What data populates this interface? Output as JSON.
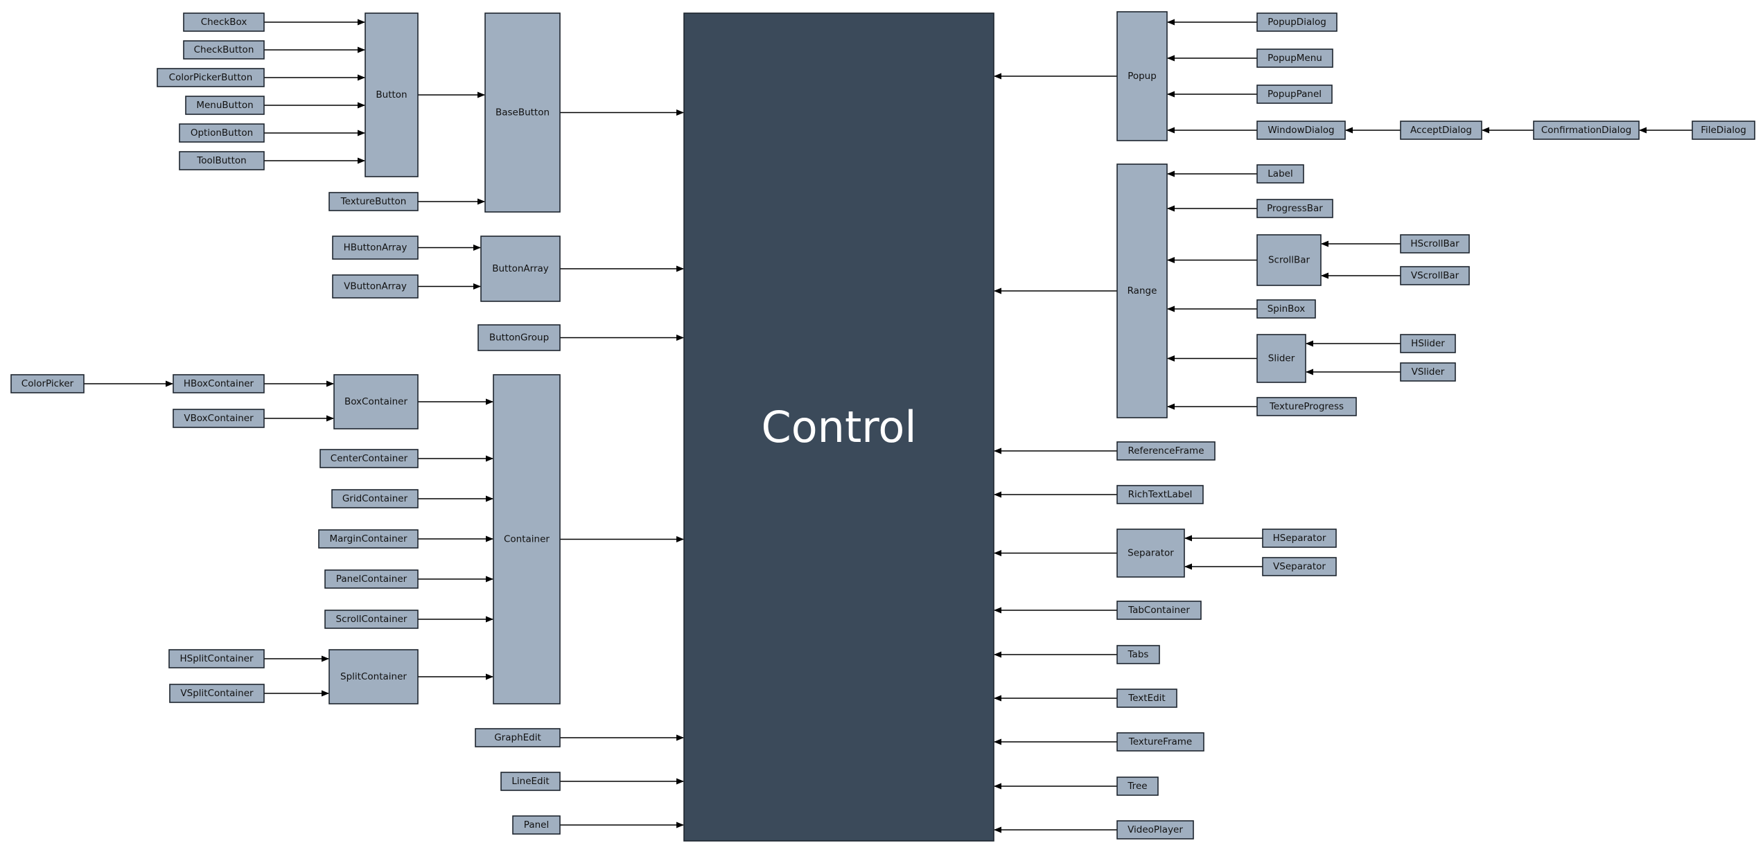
{
  "colors": {
    "node_fill": "#a0afc0",
    "root_fill": "#3b4a5a",
    "border": "#1d252e",
    "edge": "#000000",
    "root_text": "#ffffff"
  },
  "diagram": {
    "root": "Control",
    "nodes": [
      {
        "id": "control",
        "label": "Control"
      },
      {
        "id": "checkbox",
        "label": "CheckBox"
      },
      {
        "id": "checkbutton",
        "label": "CheckButton"
      },
      {
        "id": "colorpickerbutton",
        "label": "ColorPickerButton"
      },
      {
        "id": "menubutton",
        "label": "MenuButton"
      },
      {
        "id": "optionbutton",
        "label": "OptionButton"
      },
      {
        "id": "toolbutton",
        "label": "ToolButton"
      },
      {
        "id": "button",
        "label": "Button"
      },
      {
        "id": "basebutton",
        "label": "BaseButton"
      },
      {
        "id": "texturebutton",
        "label": "TextureButton"
      },
      {
        "id": "hbuttonarray",
        "label": "HButtonArray"
      },
      {
        "id": "vbuttonarray",
        "label": "VButtonArray"
      },
      {
        "id": "buttonarray",
        "label": "ButtonArray"
      },
      {
        "id": "buttongroup",
        "label": "ButtonGroup"
      },
      {
        "id": "colorpicker",
        "label": "ColorPicker"
      },
      {
        "id": "hboxcontainer",
        "label": "HBoxContainer"
      },
      {
        "id": "vboxcontainer",
        "label": "VBoxContainer"
      },
      {
        "id": "boxcontainer",
        "label": "BoxContainer"
      },
      {
        "id": "centercontainer",
        "label": "CenterContainer"
      },
      {
        "id": "gridcontainer",
        "label": "GridContainer"
      },
      {
        "id": "margincontainer",
        "label": "MarginContainer"
      },
      {
        "id": "panelcontainer",
        "label": "PanelContainer"
      },
      {
        "id": "scrollcontainer",
        "label": "ScrollContainer"
      },
      {
        "id": "hsplitcontainer",
        "label": "HSplitContainer"
      },
      {
        "id": "vsplitcontainer",
        "label": "VSplitContainer"
      },
      {
        "id": "splitcontainer",
        "label": "SplitContainer"
      },
      {
        "id": "container",
        "label": "Container"
      },
      {
        "id": "graphedit",
        "label": "GraphEdit"
      },
      {
        "id": "lineedit",
        "label": "LineEdit"
      },
      {
        "id": "panel",
        "label": "Panel"
      },
      {
        "id": "popup",
        "label": "Popup"
      },
      {
        "id": "popupdialog",
        "label": "PopupDialog"
      },
      {
        "id": "popupmenu",
        "label": "PopupMenu"
      },
      {
        "id": "popuppanel",
        "label": "PopupPanel"
      },
      {
        "id": "windowdialog",
        "label": "WindowDialog"
      },
      {
        "id": "acceptdialog",
        "label": "AcceptDialog"
      },
      {
        "id": "confirmationdialog",
        "label": "ConfirmationDialog"
      },
      {
        "id": "filedialog",
        "label": "FileDialog"
      },
      {
        "id": "range",
        "label": "Range"
      },
      {
        "id": "label",
        "label": "Label"
      },
      {
        "id": "progressbar",
        "label": "ProgressBar"
      },
      {
        "id": "scrollbar",
        "label": "ScrollBar"
      },
      {
        "id": "hscrollbar",
        "label": "HScrollBar"
      },
      {
        "id": "vscrollbar",
        "label": "VScrollBar"
      },
      {
        "id": "spinbox",
        "label": "SpinBox"
      },
      {
        "id": "slider",
        "label": "Slider"
      },
      {
        "id": "hslider",
        "label": "HSlider"
      },
      {
        "id": "vslider",
        "label": "VSlider"
      },
      {
        "id": "textureprogress",
        "label": "TextureProgress"
      },
      {
        "id": "referenceframe",
        "label": "ReferenceFrame"
      },
      {
        "id": "richtextlabel",
        "label": "RichTextLabel"
      },
      {
        "id": "separator",
        "label": "Separator"
      },
      {
        "id": "hseparator",
        "label": "HSeparator"
      },
      {
        "id": "vseparator",
        "label": "VSeparator"
      },
      {
        "id": "tabcontainer",
        "label": "TabContainer"
      },
      {
        "id": "tabs",
        "label": "Tabs"
      },
      {
        "id": "textedit",
        "label": "TextEdit"
      },
      {
        "id": "textureframe",
        "label": "TextureFrame"
      },
      {
        "id": "tree",
        "label": "Tree"
      },
      {
        "id": "videoplayer",
        "label": "VideoPlayer"
      }
    ],
    "edges": [
      [
        "checkbox",
        "button"
      ],
      [
        "checkbutton",
        "button"
      ],
      [
        "colorpickerbutton",
        "button"
      ],
      [
        "menubutton",
        "button"
      ],
      [
        "optionbutton",
        "button"
      ],
      [
        "toolbutton",
        "button"
      ],
      [
        "button",
        "basebutton"
      ],
      [
        "texturebutton",
        "basebutton"
      ],
      [
        "basebutton",
        "control"
      ],
      [
        "hbuttonarray",
        "buttonarray"
      ],
      [
        "vbuttonarray",
        "buttonarray"
      ],
      [
        "buttonarray",
        "control"
      ],
      [
        "buttongroup",
        "control"
      ],
      [
        "colorpicker",
        "hboxcontainer"
      ],
      [
        "hboxcontainer",
        "boxcontainer"
      ],
      [
        "vboxcontainer",
        "boxcontainer"
      ],
      [
        "boxcontainer",
        "container"
      ],
      [
        "centercontainer",
        "container"
      ],
      [
        "gridcontainer",
        "container"
      ],
      [
        "margincontainer",
        "container"
      ],
      [
        "panelcontainer",
        "container"
      ],
      [
        "scrollcontainer",
        "container"
      ],
      [
        "hsplitcontainer",
        "splitcontainer"
      ],
      [
        "vsplitcontainer",
        "splitcontainer"
      ],
      [
        "splitcontainer",
        "container"
      ],
      [
        "container",
        "control"
      ],
      [
        "graphedit",
        "control"
      ],
      [
        "lineedit",
        "control"
      ],
      [
        "panel",
        "control"
      ],
      [
        "popupdialog",
        "popup"
      ],
      [
        "popupmenu",
        "popup"
      ],
      [
        "popuppanel",
        "popup"
      ],
      [
        "windowdialog",
        "popup"
      ],
      [
        "acceptdialog",
        "windowdialog"
      ],
      [
        "confirmationdialog",
        "acceptdialog"
      ],
      [
        "filedialog",
        "confirmationdialog"
      ],
      [
        "popup",
        "control"
      ],
      [
        "label",
        "range"
      ],
      [
        "progressbar",
        "range"
      ],
      [
        "scrollbar",
        "range"
      ],
      [
        "hscrollbar",
        "scrollbar"
      ],
      [
        "vscrollbar",
        "scrollbar"
      ],
      [
        "spinbox",
        "range"
      ],
      [
        "slider",
        "range"
      ],
      [
        "hslider",
        "slider"
      ],
      [
        "vslider",
        "slider"
      ],
      [
        "textureprogress",
        "range"
      ],
      [
        "range",
        "control"
      ],
      [
        "referenceframe",
        "control"
      ],
      [
        "richtextlabel",
        "control"
      ],
      [
        "hseparator",
        "separator"
      ],
      [
        "vseparator",
        "separator"
      ],
      [
        "separator",
        "control"
      ],
      [
        "tabcontainer",
        "control"
      ],
      [
        "tabs",
        "control"
      ],
      [
        "textedit",
        "control"
      ],
      [
        "textureframe",
        "control"
      ],
      [
        "tree",
        "control"
      ],
      [
        "videoplayer",
        "control"
      ]
    ]
  }
}
